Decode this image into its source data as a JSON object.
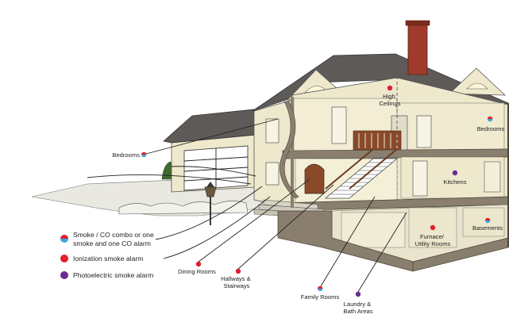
{
  "labels": {
    "high_ceilings": [
      "High",
      "Ceilings"
    ],
    "bedrooms_left": "Bedrooms",
    "bedrooms_right": "Bedrooms",
    "kitchens": "Kitchens",
    "basements": "Basements",
    "furnace": [
      "Furnace/",
      "Utility Rooms"
    ],
    "dining_rooms": "Dining Rooms",
    "hallways": [
      "Hallways &",
      "Stairways"
    ],
    "family_rooms": "Family Rooms",
    "laundry": [
      "Laundry &",
      "Bath Areas"
    ]
  },
  "legend": {
    "combo": [
      "Smoke / CO combo or one",
      "smoke and one CO alarm"
    ],
    "ionization": "Ionization smoke alarm",
    "photoelectric": "Photoelectric smoke alarm"
  },
  "colors": {
    "ionization": "#e2202e",
    "photoelectric": "#6b2d8f",
    "co": "#3aa7e0",
    "wall": "#eee8cc",
    "floor": "#8a7e6e",
    "roof": "#5e5a58",
    "chimney": "#a03b2b",
    "lawn": "#e8e8e0"
  }
}
